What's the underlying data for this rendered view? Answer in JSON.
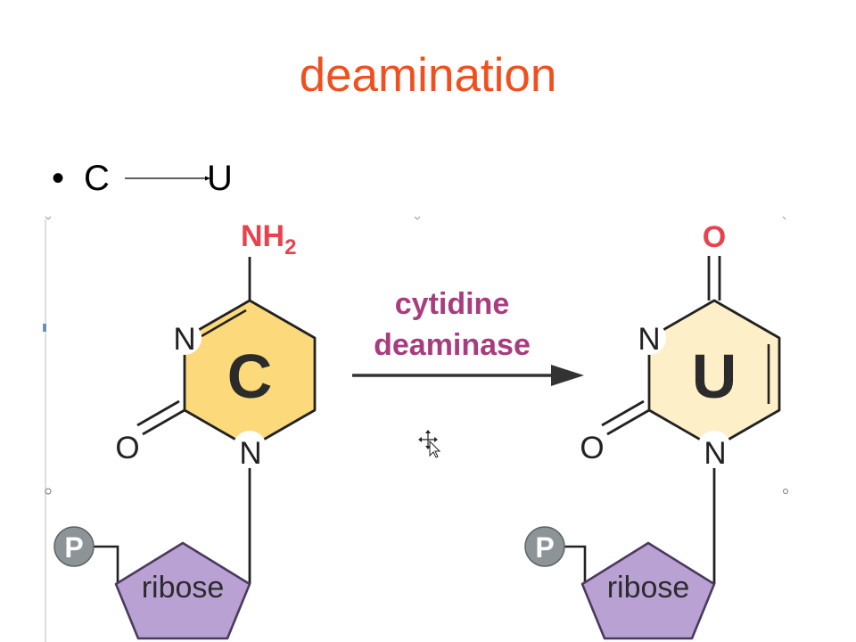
{
  "slide": {
    "title": "deamination",
    "bullet": {
      "marker": "•",
      "from": "C",
      "to": "U"
    }
  },
  "diagram": {
    "cytidine": {
      "base_letter": "C",
      "substituent": "NH",
      "substituent_subscript": "2",
      "ring_n_upper": "N",
      "ring_n_lower": "N",
      "carbonyl_o": "O",
      "phosphate": "P",
      "sugar": "ribose"
    },
    "enzyme": {
      "line1": "cytidine",
      "line2": "deaminase"
    },
    "uridine": {
      "base_letter": "U",
      "substituent": "O",
      "ring_n_upper": "N",
      "ring_n_lower": "N",
      "carbonyl_o": "O",
      "phosphate": "P",
      "sugar": "ribose"
    },
    "colors": {
      "title": "#f0501e",
      "cytosine_fill": "#fcd97a",
      "uracil_fill": "#fdefc7",
      "amine_red": "#e8424e",
      "enzyme_purple": "#a83c7e",
      "ribose_fill": "#b9a2d3",
      "ribose_stroke": "#4a3a5e",
      "phosphate_fill": "#8d9498",
      "arrow": "#333333"
    }
  }
}
